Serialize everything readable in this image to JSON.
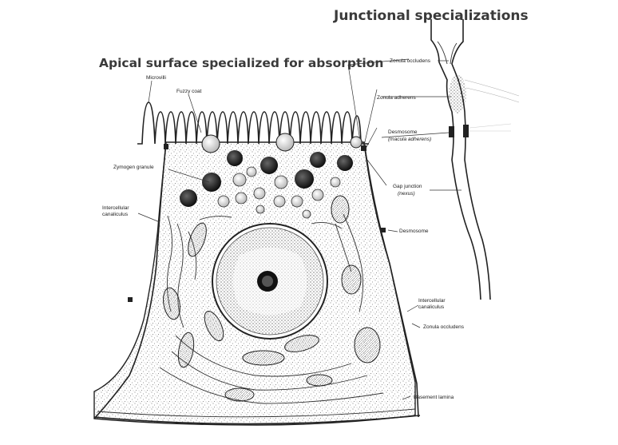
{
  "titles": {
    "junctional": "Junctional specializations",
    "apical": "Apical surface specialized for absorption"
  },
  "labels": {
    "microvilli": "Microvilli",
    "fuzzy_coat": "Fuzzy coat",
    "zymogen_granule": "Zymogen granule",
    "intercellular_canaliculus_left": [
      "Intercellular",
      "canaliculus"
    ],
    "zonula_occludens_top": "Zonula occludens",
    "zonula_adherens": "Zonula adherens",
    "desmosome_top": "Desmosome",
    "macula_adherens": "(macula adherens)",
    "gap_junction": "Gap junction",
    "nexus": "(nexus)",
    "desmosome_mid": "Desmosome",
    "intercellular_canaliculus_right": [
      "Intercellular",
      "canaliculus"
    ],
    "zonula_occludens_bottom": "Zonula occludens",
    "basement_lamina": "Basement lamina"
  }
}
